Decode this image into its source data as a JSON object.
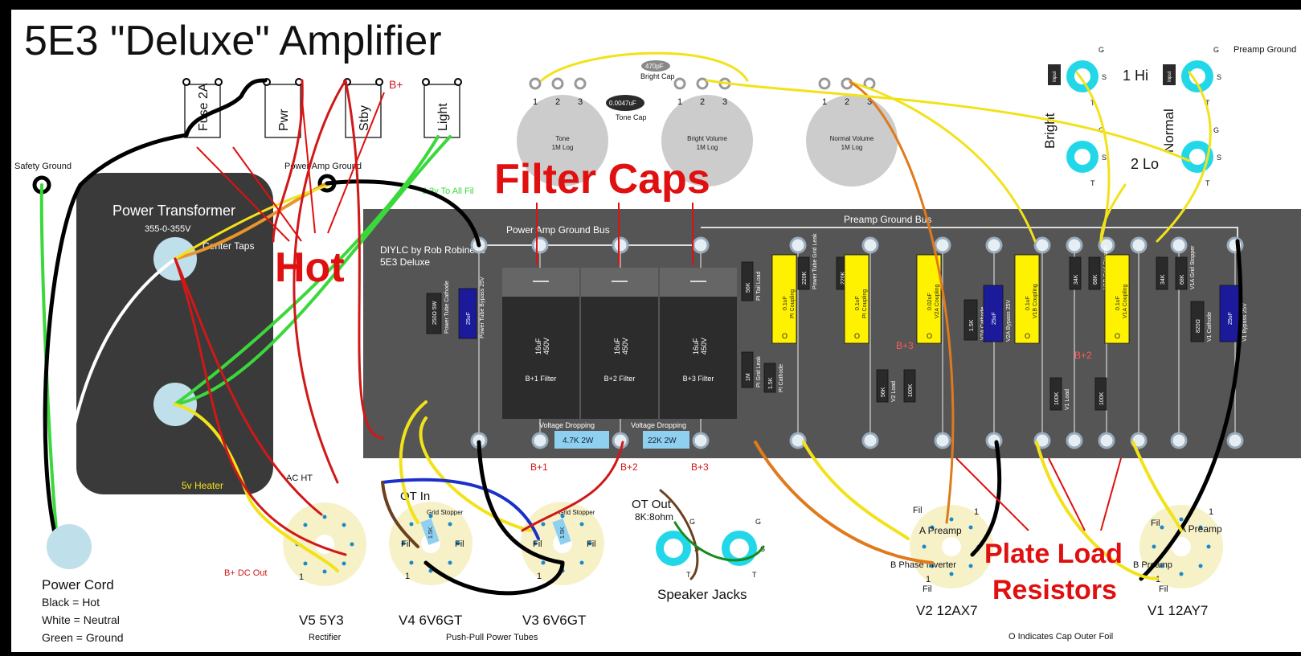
{
  "title": "5E3 \"Deluxe\" Amplifier",
  "credit": {
    "line1": "DIYLC by Rob Robinette",
    "line2": "5E3 Deluxe"
  },
  "switches": [
    "Fuse 2A",
    "Pwr",
    "Stby",
    "Light"
  ],
  "labels": {
    "b_plus_top": "B+",
    "safety_ground": "Safety Ground",
    "power_amp_ground": "Power Amp Ground",
    "heater_to_all": "6.3v To All Fil",
    "power_transformer": "Power Transformer",
    "transformer_rating": "355-0-355V",
    "center_taps": "Center Taps",
    "heater_5v": "5v Heater",
    "ac_ht": "AC HT",
    "b_dc_out": "B+ DC Out",
    "power_amp_ground_bus": "Power Amp Ground Bus",
    "preamp_ground_bus": "Preamp Ground Bus",
    "preamp_ground": "Preamp Ground",
    "voltage_dropping_1": "Voltage Dropping",
    "voltage_dropping_2": "Voltage Dropping",
    "b1": "B+1",
    "b2": "B+2",
    "b3": "B+3",
    "b3_board": "B+3",
    "b2_board": "B+2",
    "ot_in": "OT In",
    "ot_out": "OT Out",
    "ot_impedance": "8K:8ohm",
    "speaker_jacks": "Speaker Jacks",
    "cap_foil_note": "O Indicates Cap Outer Foil",
    "bright_cap": "Bright Cap",
    "bright_cap_value": "470pF",
    "tone_cap": "Tone Cap",
    "tone_cap_value": "0.0047uF",
    "hi_input": "1 Hi",
    "lo_input": "2 Lo",
    "bright": "Bright",
    "normal": "Normal",
    "input_tag": "Input"
  },
  "annotations": {
    "hot": "Hot",
    "filter_caps": "Filter Caps",
    "plate_load_1": "Plate Load",
    "plate_load_2": "Resistors"
  },
  "power_cord": {
    "title": "Power Cord",
    "black": "Black = Hot",
    "white": "White = Neutral",
    "green": "Green = Ground"
  },
  "pots": [
    {
      "name": "Tone",
      "value": "1M Log"
    },
    {
      "name": "Bright Volume",
      "value": "1M Log"
    },
    {
      "name": "Normal Volume",
      "value": "1M Log"
    }
  ],
  "filter_caps": [
    {
      "value": "16uF",
      "voltage": "450V",
      "label": "B+1 Filter"
    },
    {
      "value": "16uF",
      "voltage": "450V",
      "label": "B+2 Filter"
    },
    {
      "value": "16uF",
      "voltage": "450V",
      "label": "B+3 Filter"
    }
  ],
  "dropping_resistors": [
    {
      "value": "4.7K 2W"
    },
    {
      "value": "22K 2W"
    }
  ],
  "board_parts": [
    {
      "id": "r_power_cathode",
      "value": "250Ω 5W",
      "name": "Power Tube Cathode"
    },
    {
      "id": "c_power_bypass",
      "value": "25uF",
      "name": "Power Tube Bypass 25V"
    },
    {
      "id": "r_pi_tail",
      "value": "56K",
      "name": "PI Tail Load"
    },
    {
      "id": "r_pi_grid",
      "value": "1M",
      "name": "PI Grid Leak"
    },
    {
      "id": "r_pi_cathode",
      "value": "1.5K",
      "name": "PI Cathode"
    },
    {
      "id": "c_pi_coupling_1",
      "value": "0.1uF",
      "name": "PI Coupling"
    },
    {
      "id": "r_pt_grid_1",
      "value": "220K",
      "name": "Power Tube Grid Leak"
    },
    {
      "id": "r_pt_grid_2",
      "value": "220K",
      "name": ""
    },
    {
      "id": "c_pi_coupling_2",
      "value": "0.1uF",
      "name": "PI Coupling"
    },
    {
      "id": "r_v2_load_1",
      "value": "56K",
      "name": "V2 Load"
    },
    {
      "id": "r_v2_load_2",
      "value": "100K",
      "name": ""
    },
    {
      "id": "c_v2a_coupling",
      "value": "0.02uF",
      "name": "V2A Coupling"
    },
    {
      "id": "r_v2a_cathode",
      "value": "1.5K",
      "name": "V2A Cathode"
    },
    {
      "id": "c_v2a_bypass",
      "value": "25uF",
      "name": "V2A Bypass 25V"
    },
    {
      "id": "c_v1b_coupling",
      "value": "0.1uF",
      "name": "V1B Coupling"
    },
    {
      "id": "r_v1b_grid_1",
      "value": "34K",
      "name": ""
    },
    {
      "id": "r_v1b_grid_2",
      "value": "68K",
      "name": "V1B Grid Stopper"
    },
    {
      "id": "r_v1_load_1",
      "value": "100K",
      "name": "V1 Load"
    },
    {
      "id": "r_v1_load_2",
      "value": "100K",
      "name": ""
    },
    {
      "id": "c_v1a_coupling",
      "value": "0.1uF",
      "name": "V1A Coupling"
    },
    {
      "id": "r_v1a_grid_1",
      "value": "34K",
      "name": ""
    },
    {
      "id": "r_v1a_grid_2",
      "value": "68K",
      "name": "V1A Grid Stopper"
    },
    {
      "id": "r_v1_cathode",
      "value": "820Ω",
      "name": "V1 Cathode"
    },
    {
      "id": "c_v1_bypass",
      "value": "25uF",
      "name": "V1 Bypass 25V"
    }
  ],
  "foil_mark": "O",
  "tubes": [
    {
      "id": "V5",
      "label": "V5  5Y3",
      "sub": "Rectifier"
    },
    {
      "id": "V4",
      "label": "V4  6V6GT",
      "sub": ""
    },
    {
      "id": "V3",
      "label": "V3  6V6GT",
      "sub": ""
    },
    {
      "id": "V2",
      "label": "V2  12AX7",
      "sub": ""
    },
    {
      "id": "V1",
      "label": "V1  12AY7",
      "sub": ""
    }
  ],
  "push_pull_label": "Push-Pull Power Tubes",
  "tube_pins": {
    "fil": "Fil",
    "one": "1",
    "grid_stopper": "Grid Stopper",
    "gs_value": "1.5K",
    "a_preamp": "A Preamp",
    "b_phase": "B Phase Inverter",
    "b_preamp": "B Preamp"
  },
  "pot_pins": [
    "1",
    "2",
    "3"
  ],
  "jack_pins": {
    "g": "G",
    "s": "S",
    "t": "T"
  },
  "colors": {
    "board": "#555555",
    "transformer": "#3a3a3a",
    "cap_body": "#2c2c2c",
    "red_annotation": "#e01010",
    "wire_black": "#000000",
    "wire_red": "#d01818",
    "wire_yellow": "#f2e21a",
    "wire_green": "#3ad83a",
    "wire_orange": "#e07a1c",
    "coupling_cap": "#fff200",
    "bypass_cap": "#1a1a9a",
    "socket": "#f7f1c8",
    "jack": "#22d8e8"
  }
}
